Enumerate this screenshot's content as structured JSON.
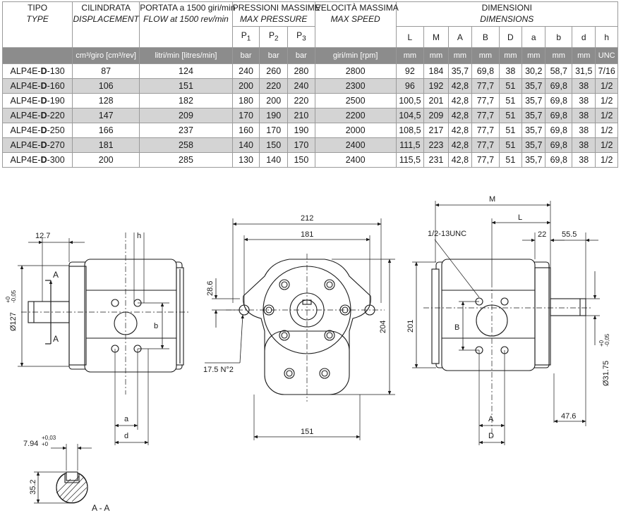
{
  "headers": {
    "tipo": [
      "TIPO",
      "TYPE"
    ],
    "cilindrata": [
      "CILINDRATA",
      "DISPLACEMENT"
    ],
    "portata": [
      "PORTATA a 1500 giri/min",
      "FLOW at 1500 rev/min"
    ],
    "pressioni": [
      "PRESSIONI MASSIME",
      "MAX PRESSURE"
    ],
    "velocita": [
      "VELOCITÀ MASSIMA",
      "MAX SPEED"
    ],
    "dimensioni": [
      "DIMENSIONI",
      "DIMENSIONS"
    ],
    "pressure_cols": [
      {
        "base": "P",
        "sub": "1"
      },
      {
        "base": "P",
        "sub": "2"
      },
      {
        "base": "P",
        "sub": "3"
      }
    ],
    "dim_cols": [
      "L",
      "M",
      "A",
      "B",
      "D",
      "a",
      "b",
      "d",
      "h"
    ]
  },
  "units": {
    "cilindrata": "cm³/giro [cm³/rev]",
    "portata": "litri/min [litres/min]",
    "pressure": [
      "bar",
      "bar",
      "bar"
    ],
    "velocita": "giri/min [rpm]",
    "dims": [
      "mm",
      "mm",
      "mm",
      "mm",
      "mm",
      "mm",
      "mm",
      "mm",
      "UNC"
    ]
  },
  "rows": [
    {
      "model_prefix": "ALP4E-",
      "model_bold": "D",
      "model_suffix": "-130",
      "disp": "87",
      "flow": "124",
      "p1": "240",
      "p2": "260",
      "p3": "280",
      "speed": "2800",
      "L": "92",
      "M": "184",
      "A": "35,7",
      "B": "69,8",
      "D": "38",
      "a": "30,2",
      "b": "58,7",
      "d": "31,5",
      "h": "7/16"
    },
    {
      "model_prefix": "ALP4E-",
      "model_bold": "D",
      "model_suffix": "-160",
      "disp": "106",
      "flow": "151",
      "p1": "200",
      "p2": "220",
      "p3": "240",
      "speed": "2300",
      "L": "96",
      "M": "192",
      "A": "42,8",
      "B": "77,7",
      "D": "51",
      "a": "35,7",
      "b": "69,8",
      "d": "38",
      "h": "1/2"
    },
    {
      "model_prefix": "ALP4E-",
      "model_bold": "D",
      "model_suffix": "-190",
      "disp": "128",
      "flow": "182",
      "p1": "180",
      "p2": "200",
      "p3": "220",
      "speed": "2500",
      "L": "100,5",
      "M": "201",
      "A": "42,8",
      "B": "77,7",
      "D": "51",
      "a": "35,7",
      "b": "69,8",
      "d": "38",
      "h": "1/2"
    },
    {
      "model_prefix": "ALP4E-",
      "model_bold": "D",
      "model_suffix": "-220",
      "disp": "147",
      "flow": "209",
      "p1": "170",
      "p2": "190",
      "p3": "210",
      "speed": "2200",
      "L": "104,5",
      "M": "209",
      "A": "42,8",
      "B": "77,7",
      "D": "51",
      "a": "35,7",
      "b": "69,8",
      "d": "38",
      "h": "1/2"
    },
    {
      "model_prefix": "ALP4E-",
      "model_bold": "D",
      "model_suffix": "-250",
      "disp": "166",
      "flow": "237",
      "p1": "160",
      "p2": "170",
      "p3": "190",
      "speed": "2000",
      "L": "108,5",
      "M": "217",
      "A": "42,8",
      "B": "77,7",
      "D": "51",
      "a": "35,7",
      "b": "69,8",
      "d": "38",
      "h": "1/2"
    },
    {
      "model_prefix": "ALP4E-",
      "model_bold": "D",
      "model_suffix": "-270",
      "disp": "181",
      "flow": "258",
      "p1": "140",
      "p2": "150",
      "p3": "170",
      "speed": "2400",
      "L": "111,5",
      "M": "223",
      "A": "42,8",
      "B": "77,7",
      "D": "51",
      "a": "35,7",
      "b": "69,8",
      "d": "38",
      "h": "1/2"
    },
    {
      "model_prefix": "ALP4E-",
      "model_bold": "D",
      "model_suffix": "-300",
      "disp": "200",
      "flow": "285",
      "p1": "130",
      "p2": "140",
      "p3": "150",
      "speed": "2400",
      "L": "115,5",
      "M": "231",
      "A": "42,8",
      "B": "77,7",
      "D": "51",
      "a": "35,7",
      "b": "69,8",
      "d": "38",
      "h": "1/2"
    }
  ],
  "drawing_labels": {
    "left": {
      "dim_top": "12.7",
      "h": "h",
      "section_a": "A",
      "diameter": "Ø127",
      "tol_plus": "+0",
      "tol_minus": "-0,05",
      "b": "b",
      "a": "a",
      "d": "d"
    },
    "center": {
      "w212": "212",
      "w181": "181",
      "h204": "204",
      "h28": "28.6",
      "w151": "151",
      "holes": "17.5 N°2"
    },
    "right": {
      "M": "M",
      "L": "L",
      "thread": "1/2-13UNC",
      "d22": "22",
      "d55": "55.5",
      "h201": "201",
      "B": "B",
      "A": "A",
      "D": "D",
      "d47": "47.6",
      "diameter": "Ø31.75",
      "tol_plus": "+0",
      "tol_minus": "-0,05"
    },
    "section": {
      "key_w": "7.94",
      "key_tol_plus": "+0,03",
      "key_tol_minus": "+0",
      "key_h": "35.2",
      "caption": "A - A"
    }
  }
}
